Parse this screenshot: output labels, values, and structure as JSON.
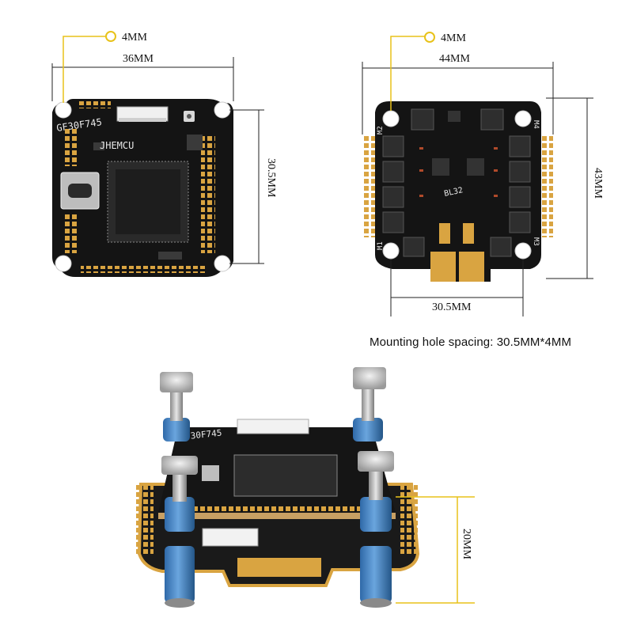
{
  "fc_board": {
    "silkscreen_model": "GF30F745",
    "silkscreen_brand": "JHEMCU",
    "dim_hole": "4MM",
    "dim_width": "36MM",
    "dim_height": "30.5MM"
  },
  "esc_board": {
    "silkscreen_chip": "BL32",
    "motor_labels": [
      "M1",
      "M2",
      "M3",
      "M4"
    ],
    "dim_hole": "4MM",
    "dim_width": "44MM",
    "dim_height": "43MM",
    "dim_hole_spacing": "30.5MM"
  },
  "stack": {
    "silkscreen_model": "GF30F745",
    "dim_stack_height": "20MM"
  },
  "note": "Mounting hole spacing: 30.5MM*4MM",
  "colors": {
    "board": "#141414",
    "pad_gold": "#d9a441",
    "standoff_blue": "#3f7fc0",
    "dimension_line": "#222222",
    "hole_marker": "#e8c21a"
  }
}
